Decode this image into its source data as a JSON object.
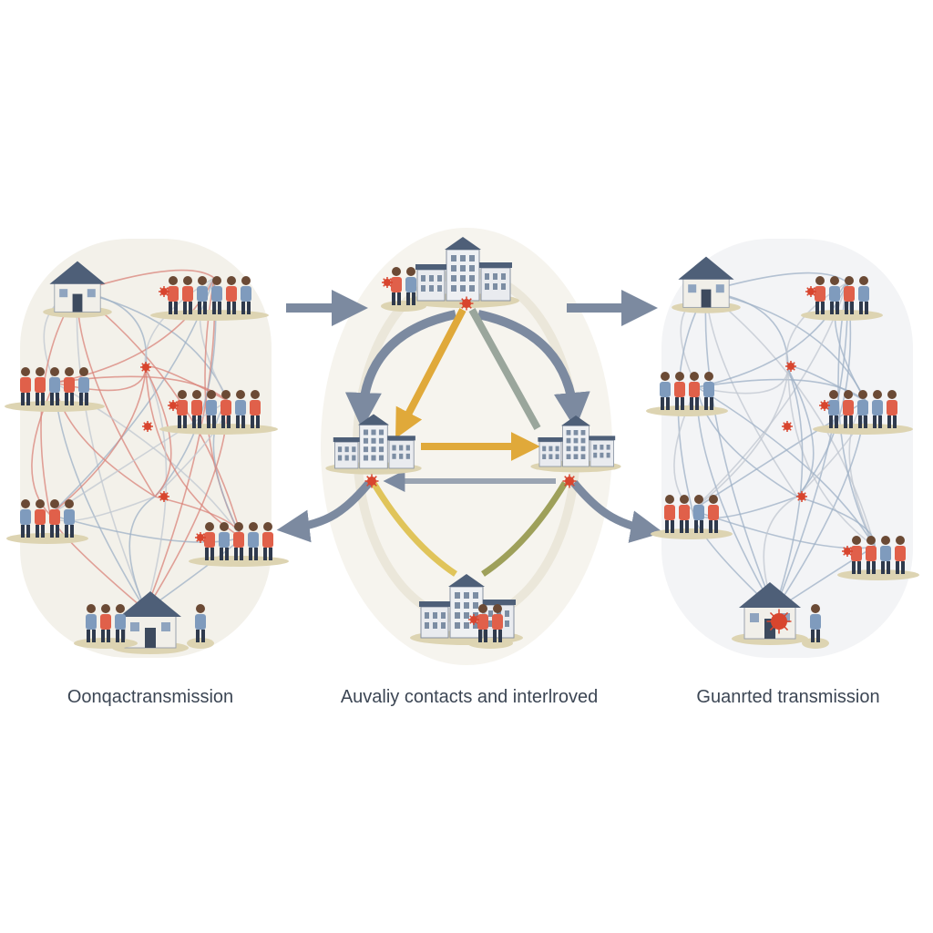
{
  "panels": [
    {
      "caption": "Oonqactransmission"
    },
    {
      "caption": "Auvaliy contacts and interlroved"
    },
    {
      "caption": "Guanrted transmission"
    }
  ],
  "colors": {
    "background": "#ffffff",
    "halo": "#efece3",
    "link_red": "#d9837a",
    "link_blue": "#9eb0c6",
    "link_gray": "#c0c7d0",
    "arrow": "#7c8aa0",
    "arrow_gold": "#e0a93a",
    "arrow_olive": "#9ea05a",
    "person_red": "#e0604a",
    "person_blue": "#7f9bbd",
    "virus": "#d8452e",
    "roof": "#4e5f78",
    "wall": "#f1efe9",
    "ground": "#ddd4b2"
  },
  "icons": [
    "house-icon",
    "building-icon",
    "person-icon",
    "virus-icon",
    "arrow-icon"
  ]
}
